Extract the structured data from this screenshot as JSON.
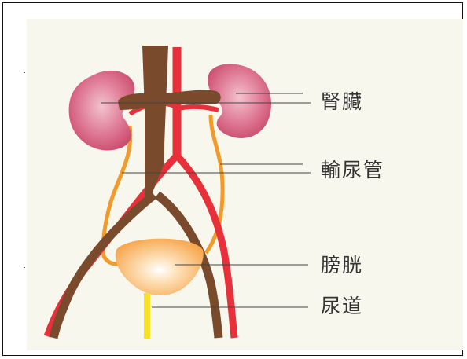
{
  "labels": {
    "kidney": "腎臟",
    "ureter": "輸尿管",
    "bladder": "膀胱",
    "urethra": "尿道"
  },
  "colors": {
    "panel_bg": "#f8f7ee",
    "kidney": "#d6607f",
    "vein": "#7a4a2c",
    "artery": "#e8303a",
    "ureter": "#f29b2a",
    "bladder": "#fbb060",
    "urethra": "#f7e22a",
    "leader_line": "#444444"
  }
}
